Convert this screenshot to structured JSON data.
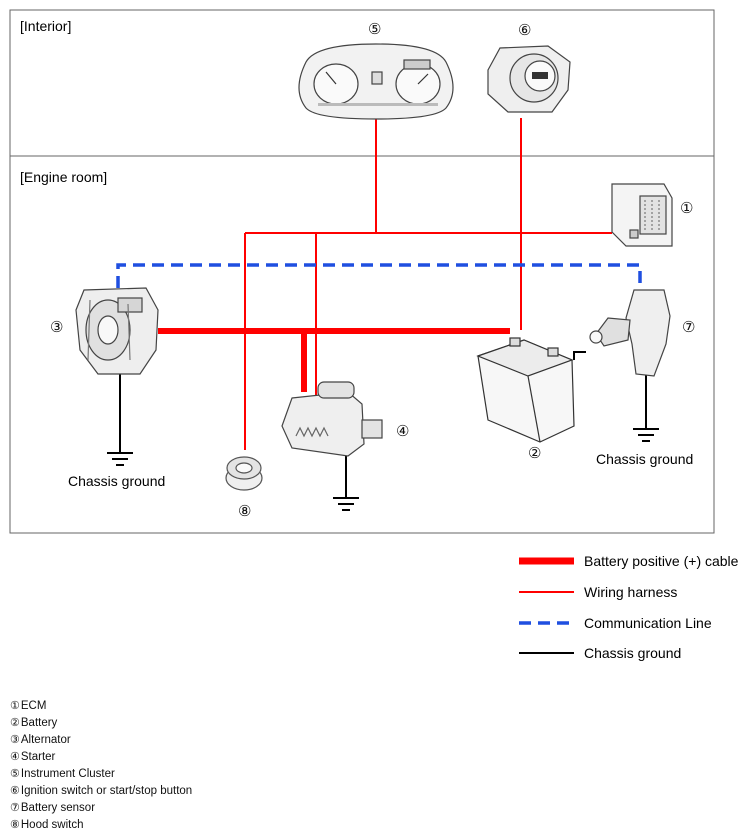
{
  "sections": {
    "interior": "[Interior]",
    "engine_room": "[Engine room]"
  },
  "callouts": {
    "c1": "①",
    "c2": "②",
    "c3": "③",
    "c4": "④",
    "c5": "⑤",
    "c6": "⑥",
    "c7": "⑦",
    "c8": "⑧"
  },
  "grounds": {
    "alternator": "Chassis ground",
    "battery_sensor": "Chassis ground"
  },
  "legend": [
    {
      "label": "Battery positive (+) cable",
      "color": "#ff0000",
      "style": "thick-solid"
    },
    {
      "label": "Wiring harness",
      "color": "#ff0000",
      "style": "thin-solid"
    },
    {
      "label": "Communication Line",
      "color": "#1f4fe0",
      "style": "dashed"
    },
    {
      "label": "Chassis ground",
      "color": "#000000",
      "style": "solid"
    }
  ],
  "parts": [
    {
      "num": "①",
      "name": "ECM"
    },
    {
      "num": "②",
      "name": "Battery"
    },
    {
      "num": "③",
      "name": "Alternator"
    },
    {
      "num": "④",
      "name": "Starter"
    },
    {
      "num": "⑤",
      "name": "Instrument Cluster"
    },
    {
      "num": "⑥",
      "name": "Ignition switch or start/stop button"
    },
    {
      "num": "⑦",
      "name": "Battery sensor"
    },
    {
      "num": "⑧",
      "name": "Hood switch"
    }
  ]
}
